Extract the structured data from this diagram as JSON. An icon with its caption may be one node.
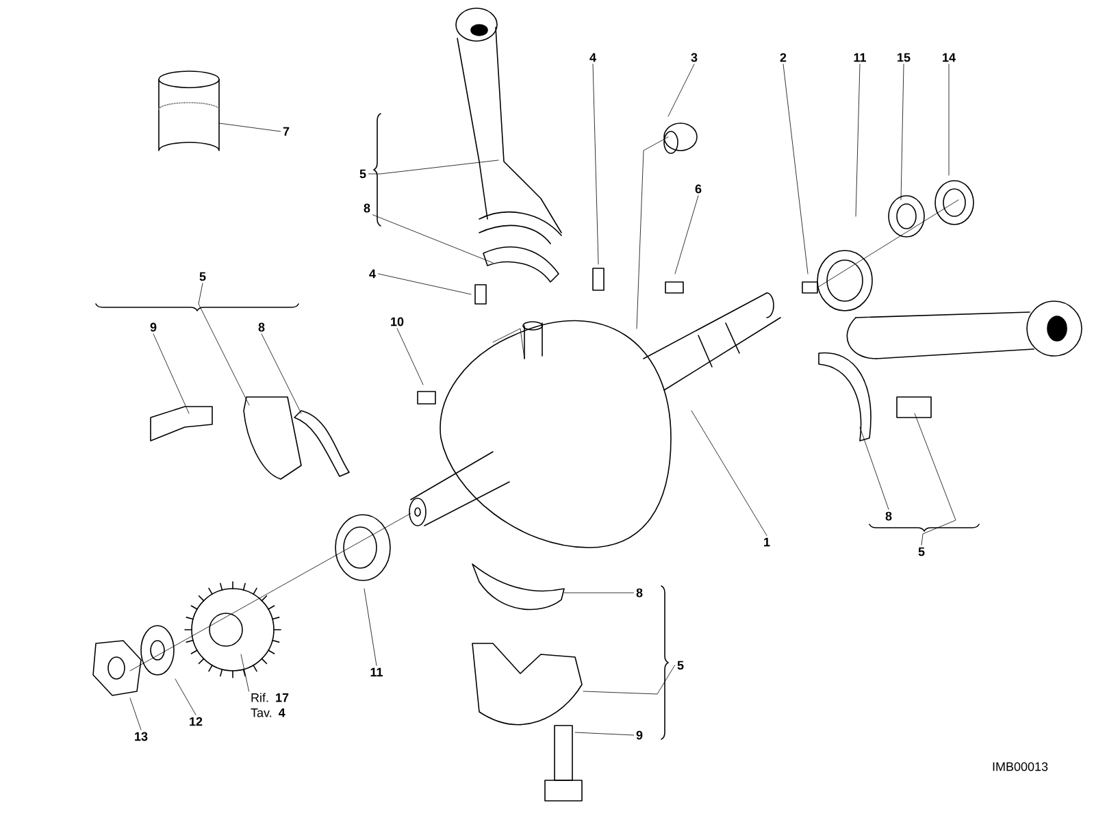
{
  "diagram": {
    "nodes": [
      {
        "text": [
          "7"
        ]
      },
      {
        "text": [
          "5"
        ]
      },
      {
        "text": [
          "8"
        ]
      },
      {
        "text": [
          "4"
        ]
      },
      {
        "text": [
          "10"
        ]
      },
      {
        "text": [
          "5"
        ]
      },
      {
        "text": [
          "9"
        ]
      },
      {
        "text": [
          "8"
        ]
      },
      {
        "text": [
          "4"
        ]
      },
      {
        "text": [
          "3"
        ]
      },
      {
        "text": [
          "6"
        ]
      },
      {
        "text": [
          "2"
        ]
      },
      {
        "text": [
          "11"
        ]
      },
      {
        "text": [
          "15"
        ]
      },
      {
        "text": [
          "14"
        ]
      },
      {
        "text": [
          "1"
        ]
      },
      {
        "text": [
          "8"
        ]
      },
      {
        "text": [
          "5"
        ]
      },
      {
        "text": [
          "8"
        ]
      },
      {
        "text": [
          "5"
        ]
      },
      {
        "text": [
          "9"
        ]
      },
      {
        "text": [
          "11"
        ]
      },
      {
        "text": [
          "12"
        ]
      },
      {
        "text": [
          "13"
        ]
      },
      {
        "text": [
          "Rif. **17** Tav. **4**"
        ]
      }
    ],
    "edges": [
      {
        "from": 0,
        "to": null,
        "arrow": "none"
      },
      {
        "from": 1,
        "to": null,
        "arrow": "none"
      },
      {
        "from": 2,
        "to": null,
        "arrow": "none"
      },
      {
        "from": 3,
        "to": null,
        "arrow": "none"
      },
      {
        "from": 4,
        "to": null,
        "arrow": "none"
      },
      {
        "from": 5,
        "to": null,
        "arrow": "none"
      },
      {
        "from": 6,
        "to": null,
        "arrow": "none"
      },
      {
        "from": 7,
        "to": null,
        "arrow": "none"
      },
      {
        "from": 8,
        "to": null,
        "arrow": "none"
      },
      {
        "from": 9,
        "to": null,
        "arrow": "none"
      },
      {
        "from": 10,
        "to": null,
        "arrow": "none"
      },
      {
        "from": 11,
        "to": null,
        "arrow": "none"
      },
      {
        "from": 12,
        "to": null,
        "arrow": "none"
      },
      {
        "from": 13,
        "to": null,
        "arrow": "none"
      },
      {
        "from": 14,
        "to": null,
        "arrow": "none"
      },
      {
        "from": 15,
        "to": null,
        "arrow": "none"
      },
      {
        "from": 16,
        "to": null,
        "arrow": "none"
      },
      {
        "from": 17,
        "to": null,
        "arrow": "none"
      },
      {
        "from": 18,
        "to": null,
        "arrow": "none"
      },
      {
        "from": 19,
        "to": null,
        "arrow": "none"
      },
      {
        "from": 20,
        "to": null,
        "arrow": "none"
      },
      {
        "from": 21,
        "to": null,
        "arrow": "none"
      },
      {
        "from": 22,
        "to": null,
        "arrow": "none"
      },
      {
        "from": 23,
        "to": null,
        "arrow": "none"
      },
      {
        "from": 24,
        "to": null,
        "arrow": "none"
      }
    ],
    "labels": [
      "IMB00013"
    ]
  }
}
